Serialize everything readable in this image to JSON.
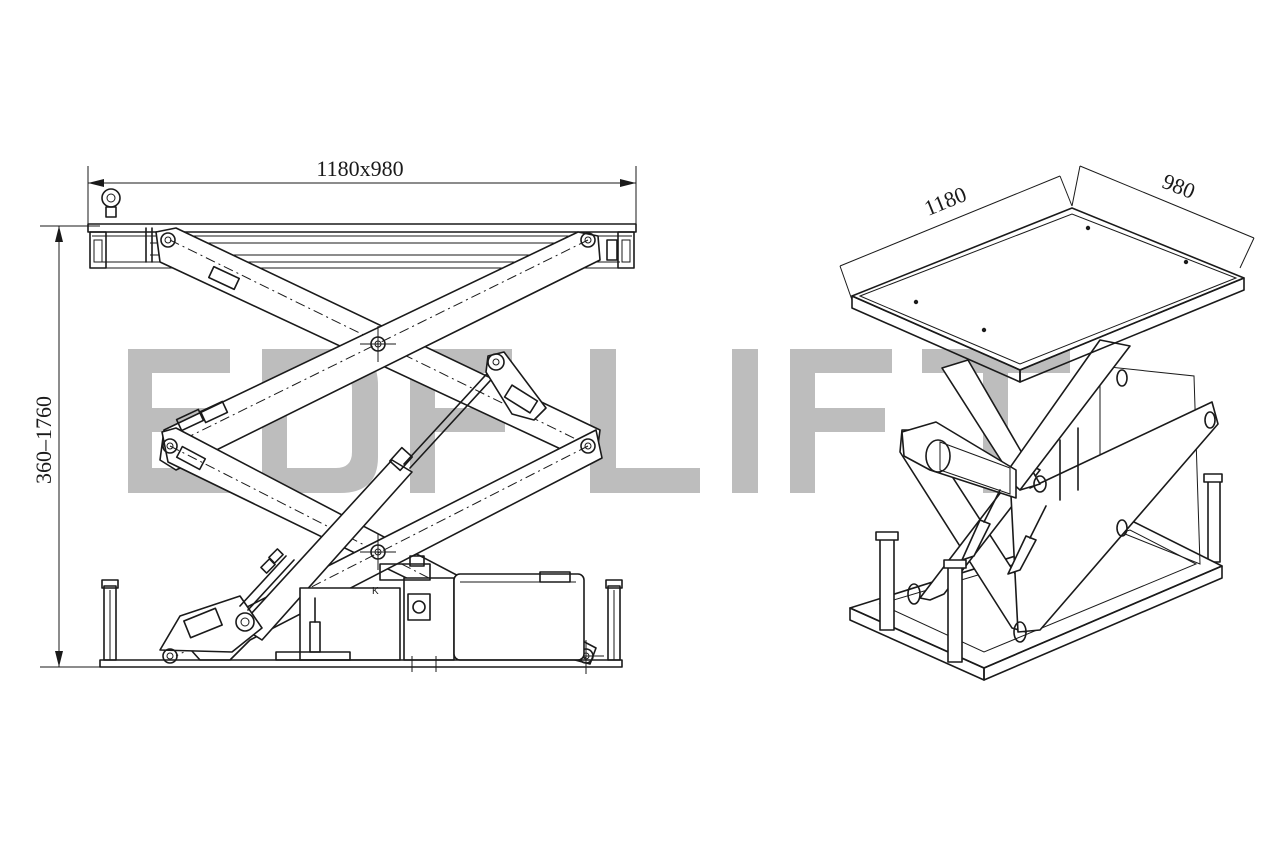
{
  "front_view": {
    "platform_dimension_label": "1180x980",
    "height_dimension_label": "360–1760",
    "valve_mark": "K"
  },
  "iso_view": {
    "length_label": "1180",
    "width_label": "980"
  },
  "watermark": {
    "text": "EDFLIFT",
    "color": "#bdbdbd"
  },
  "colors": {
    "line": "#1a1a1a",
    "background": "#ffffff"
  }
}
